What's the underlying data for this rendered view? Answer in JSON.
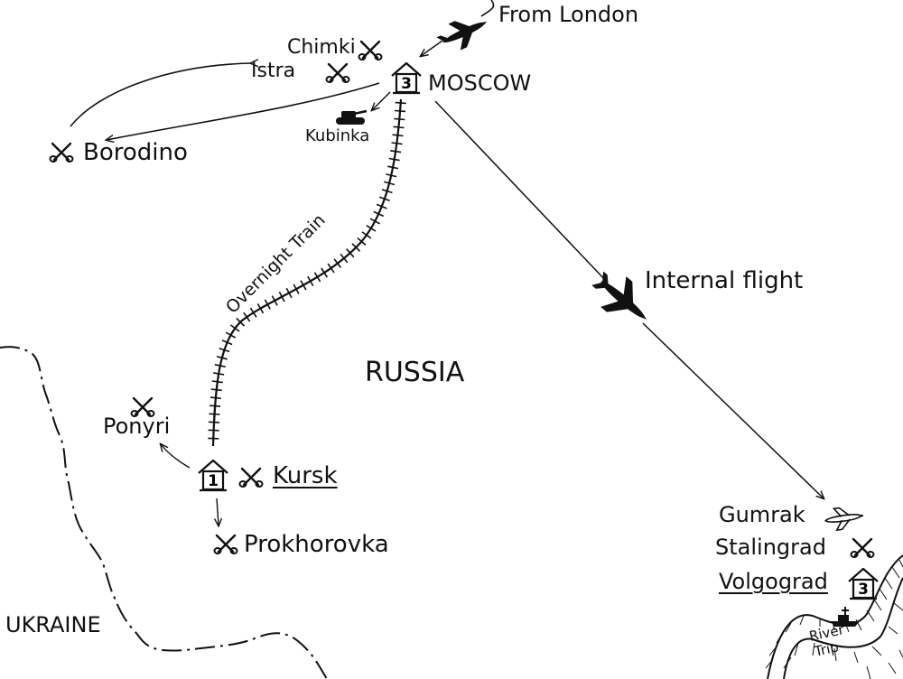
{
  "map": {
    "places": {
      "from_london": "From London",
      "chimki": "Chimki",
      "istra": "Istra",
      "moscow": "MOSCOW",
      "borodino": "Borodino",
      "kubinka": "Kubinka",
      "russia": "RUSSIA",
      "ponyri": "Ponyri",
      "kursk": "Kursk",
      "prokhorovka": "Prokhorovka",
      "ukraine": "UKRAINE",
      "gumrak": "Gumrak",
      "stalingrad": "Stalingrad",
      "volgograd": "Volgograd"
    },
    "routes": {
      "overnight_train": "Overnight Train",
      "internal_flight": "Internal flight",
      "river_trip_line1": "River",
      "river_trip_line2": "Trip"
    },
    "stays": {
      "moscow_nights": "3",
      "kursk_nights": "1",
      "volgograd_nights": "3"
    },
    "icons": {
      "battle": "crossed-swords-icon",
      "hotel": "hotel-house-icon",
      "plane": "plane-icon",
      "tank": "tank-icon",
      "boat": "boat-icon"
    }
  }
}
